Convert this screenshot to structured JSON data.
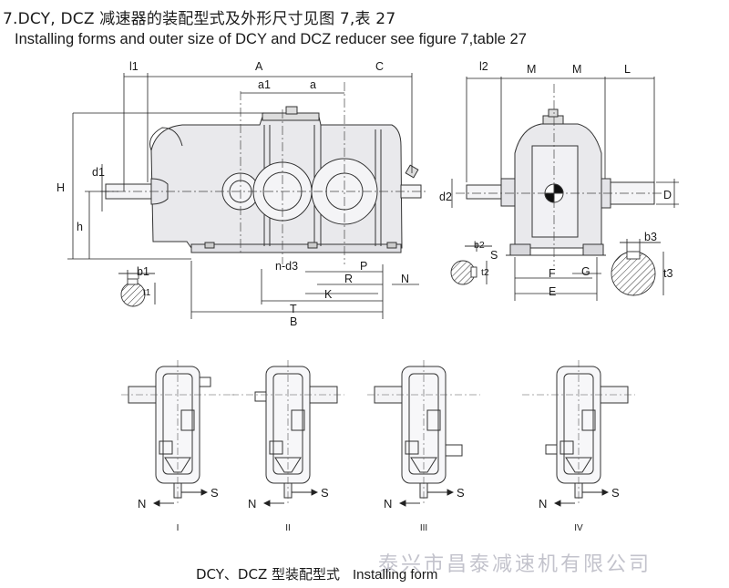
{
  "header": {
    "title_cn": "7.DCY, DCZ 减速器的装配型式及外形尺寸见图 7,表 27",
    "title_en": "Installing forms and outer size of DCY and DCZ reducer see figure 7,table 27"
  },
  "dimensions": {
    "l1": "l1",
    "A": "A",
    "C": "C",
    "a1": "a1",
    "a": "a",
    "H": "H",
    "h": "h",
    "d1": "d1",
    "b1": "b1",
    "t1": "t1",
    "nd3": "n-d3",
    "P": "P",
    "R": "R",
    "K": "K",
    "N": "N",
    "T": "T",
    "B": "B",
    "l2": "l2",
    "M_left": "M",
    "M_right": "M",
    "L": "L",
    "d2": "d2",
    "D": "D",
    "b2": "b2",
    "S": "S",
    "t2": "t2",
    "F": "F",
    "G": "G",
    "E": "E",
    "b3": "b3",
    "t3": "t3"
  },
  "forms": [
    {
      "numeral": "I",
      "n": "N",
      "s": "S"
    },
    {
      "numeral": "II",
      "n": "N",
      "s": "S"
    },
    {
      "numeral": "III",
      "n": "N",
      "s": "S"
    },
    {
      "numeral": "IV",
      "n": "N",
      "s": "S"
    }
  ],
  "caption": {
    "cn": "DCY、DCZ 型装配型式",
    "en": "Installing form"
  },
  "watermark": "泰兴市昌泰减速机有限公司"
}
